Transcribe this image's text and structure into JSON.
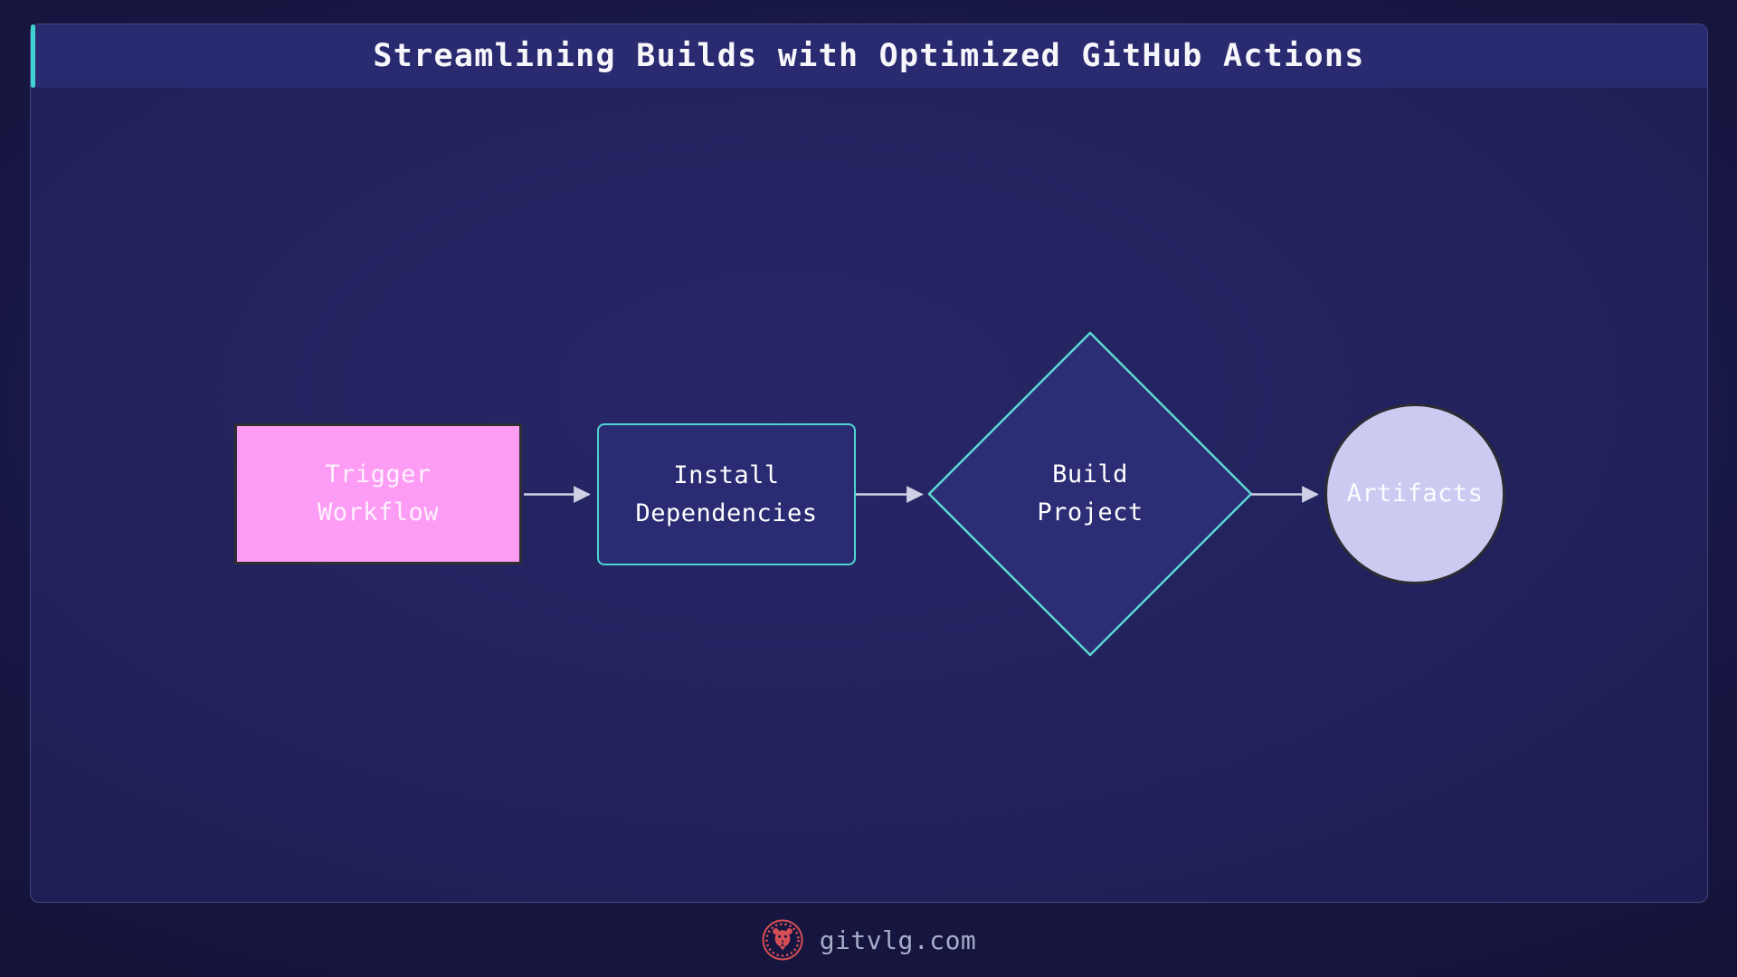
{
  "header": {
    "title": "Streamlining Builds with Optimized GitHub Actions"
  },
  "flow": {
    "nodes": [
      {
        "id": "trigger-workflow",
        "shape": "rectangle",
        "lines": [
          "Trigger",
          "Workflow"
        ],
        "fill": "#fd9cf5"
      },
      {
        "id": "install-dependencies",
        "shape": "rounded-rectangle",
        "lines": [
          "Install",
          "Dependencies"
        ],
        "fill": "#2b2b74",
        "border": "#4fd4d2"
      },
      {
        "id": "build-project",
        "shape": "diamond",
        "lines": [
          "Build",
          "Project"
        ],
        "fill": "#2d2d75",
        "border": "#5ed8d1"
      },
      {
        "id": "artifacts",
        "shape": "circle",
        "lines": [
          "Artifacts"
        ],
        "fill": "#cbcbf2"
      }
    ],
    "connections": [
      {
        "from": "trigger-workflow",
        "to": "install-dependencies"
      },
      {
        "from": "install-dependencies",
        "to": "build-project"
      },
      {
        "from": "build-project",
        "to": "artifacts"
      }
    ],
    "connector_color": "#d0d0e4"
  },
  "footer": {
    "site": "gitvlg.com",
    "logo": "lion-emblem",
    "logo_color": "#d44f55"
  },
  "colors": {
    "accent-teal": "#3ed3d0",
    "header-bg": "#2a2a70",
    "node-pink": "#fd9cf5",
    "node-indigo": "#2b2b74",
    "node-cyan-border": "#4fd4d2",
    "node-diamond": "#2d2d75",
    "node-diamond-border": "#5ed8d1",
    "node-lavender": "#cbcbf2",
    "arrow": "#d0d0e4",
    "footer-text": "#a6abc8",
    "logo-red": "#d44f55"
  }
}
